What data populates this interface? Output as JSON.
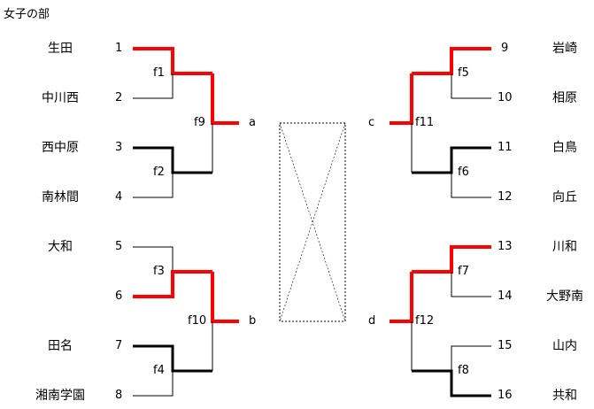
{
  "title": "女子の部",
  "left_teams": [
    {
      "seed": "1",
      "name": "生田"
    },
    {
      "seed": "2",
      "name": "中川西"
    },
    {
      "seed": "3",
      "name": "西中原"
    },
    {
      "seed": "4",
      "name": "南林間"
    },
    {
      "seed": "5",
      "name": "大和"
    },
    {
      "seed": "6",
      "name": ""
    },
    {
      "seed": "7",
      "name": "田名"
    },
    {
      "seed": "8",
      "name": "湘南学園"
    }
  ],
  "right_teams": [
    {
      "seed": "9",
      "name": "岩崎"
    },
    {
      "seed": "10",
      "name": "相原"
    },
    {
      "seed": "11",
      "name": "白鳥"
    },
    {
      "seed": "12",
      "name": "向丘"
    },
    {
      "seed": "13",
      "name": "川和"
    },
    {
      "seed": "14",
      "name": "大野南"
    },
    {
      "seed": "15",
      "name": "山内"
    },
    {
      "seed": "16",
      "name": "共和"
    }
  ],
  "matches": {
    "f1": "f1",
    "f2": "f2",
    "f3": "f3",
    "f4": "f4",
    "f5": "f5",
    "f6": "f6",
    "f7": "f7",
    "f8": "f8",
    "f9": "f9",
    "f10": "f10",
    "f11": "f11",
    "f12": "f12"
  },
  "semis": {
    "a": "a",
    "b": "b",
    "c": "c",
    "d": "d"
  },
  "colors": {
    "winner": "#ff0000",
    "normal": "#000000"
  }
}
